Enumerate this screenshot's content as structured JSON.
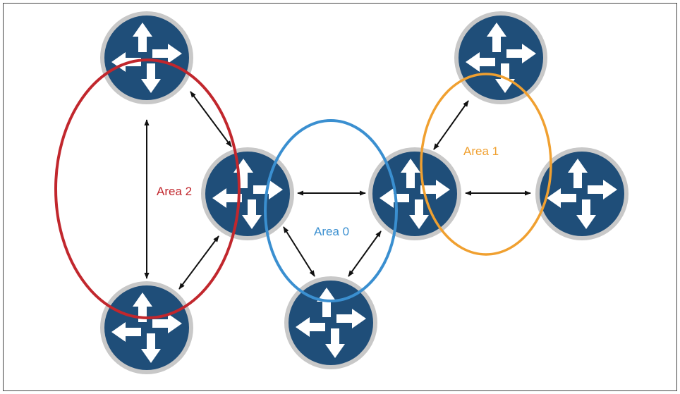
{
  "figure": {
    "areas": [
      {
        "id": "area2",
        "label": "Area 2",
        "color": "#c1272d"
      },
      {
        "id": "area0",
        "label": "Area 0",
        "color": "#3a8fd0"
      },
      {
        "id": "area1",
        "label": "Area 1",
        "color": "#f0a030"
      }
    ],
    "colors": {
      "router_fill": "#1f4e79",
      "router_ring": "#c8c8c8",
      "router_arrow": "#ffffff",
      "link": "#111111",
      "border": "#444444"
    },
    "routers": [
      {
        "id": "r-top-left",
        "icon": "router-icon"
      },
      {
        "id": "r-bottom-left",
        "icon": "router-icon"
      },
      {
        "id": "r-mid-left",
        "icon": "router-icon"
      },
      {
        "id": "r-bottom-center",
        "icon": "router-icon"
      },
      {
        "id": "r-mid-right",
        "icon": "router-icon"
      },
      {
        "id": "r-top-right",
        "icon": "router-icon"
      },
      {
        "id": "r-far-right",
        "icon": "router-icon"
      }
    ],
    "links": [
      [
        "r-top-left",
        "r-bottom-left"
      ],
      [
        "r-top-left",
        "r-mid-left"
      ],
      [
        "r-bottom-left",
        "r-mid-left"
      ],
      [
        "r-mid-left",
        "r-mid-right"
      ],
      [
        "r-mid-left",
        "r-bottom-center"
      ],
      [
        "r-bottom-center",
        "r-mid-right"
      ],
      [
        "r-mid-right",
        "r-top-right"
      ],
      [
        "r-mid-right",
        "r-far-right"
      ]
    ]
  }
}
